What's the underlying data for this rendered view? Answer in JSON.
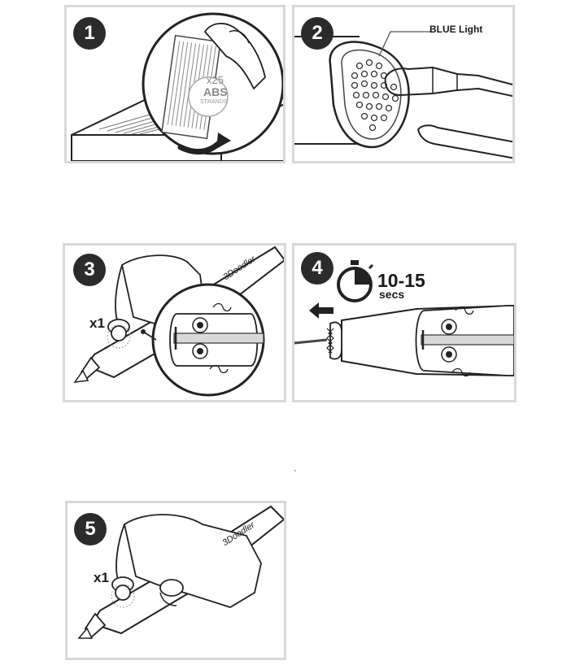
{
  "steps": [
    {
      "number": "1"
    },
    {
      "number": "2",
      "callout": "BLUE Light"
    },
    {
      "number": "3",
      "count": "x1"
    },
    {
      "number": "4",
      "duration": "10-15",
      "unit": "secs"
    },
    {
      "number": "5",
      "count": "x1"
    }
  ],
  "strand_pack": {
    "count": "x25",
    "material": "ABS",
    "word": "STRANDS"
  },
  "pen_brand": "3Doodler",
  "colors": {
    "badge": "#2b2b2b",
    "frame": "#d9d9d9",
    "line": "#222222"
  }
}
